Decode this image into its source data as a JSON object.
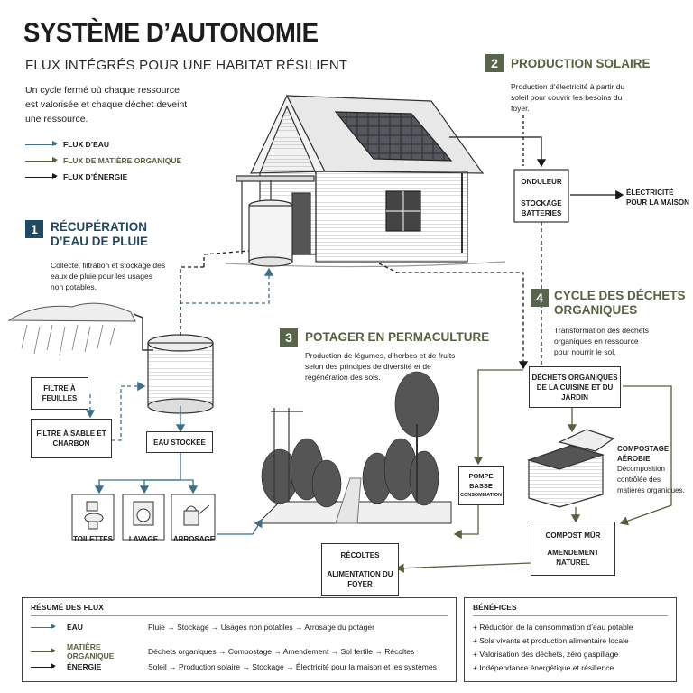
{
  "title": "SYSTÈME D’AUTONOMIE",
  "subtitle": "FLUX INTÉGRÉS POUR UNE HABITAT RÉSILIENT",
  "intro": "Un cycle fermé où chaque ressource est valorisée et chaque déchet deveint une ressource.",
  "legend": {
    "water": "FLUX D’EAU",
    "organic": "FLUX DE MATIÈRE ORGANIQUE",
    "energy": "FLUX D’ÉNERGIE"
  },
  "colors": {
    "water": "#3d6f8a",
    "organic": "#55613f",
    "energy": "#1a1a1a",
    "badge_water": "#1f4a63",
    "badge_green": "#59654a"
  },
  "section1": {
    "number": "1",
    "title_line1": "RÉCUPÉRATION",
    "title_line2": "D’EAU DE PLUIE",
    "desc": "Collecte, filtration et stockage des eaux de pluie pour les usages non potables."
  },
  "section2": {
    "number": "2",
    "title": "PRODUCTION SOLAIRE",
    "desc": "Production d’électricité à partir du soleil pour couvrir les besoins du foyer."
  },
  "section3": {
    "number": "3",
    "title": "POTAGER EN PERMACULTURE",
    "desc": "Production de légumes, d’herbes et de fruits selon des principes de diversité et de régénération des sols."
  },
  "section4": {
    "number": "4",
    "title_line1": "CYCLE DES DÉCHETS",
    "title_line2": "ORGANIQUES",
    "desc": "Transformation des déchets organiques en ressource pour nourrir le sol."
  },
  "boxes": {
    "filter_leaves": "FILTRE À FEUILLES",
    "filter_sand": "FILTRE À SABLE ET CHARBON",
    "stored_water": "EAU STOCKÉE",
    "inverter": "ONDULEUR",
    "battery": "STOCKAGE BATTERIES",
    "electricity": "ÉLECTRICITÉ POUR LA MAISON",
    "organic_waste": "DÉCHETS ORGANIQUES DE LA CUISINE ET DU JARDIN",
    "compost_title": "COMPOSTAGE AÉROBIE",
    "compost_desc": "Décomposition contrôlée des matières organiques.",
    "mature_compost": "COMPOST MÛR",
    "amendment": "AMENDEMENT NATUREL",
    "pump_line1": "POMPE",
    "pump_line2": "BASSE",
    "pump_line3": "CONSOMMATION",
    "harvest": "RÉCOLTES",
    "household_food": "ALIMENTATION DU FOYER",
    "toilets": "TOILETTES",
    "laundry": "LAVAGE",
    "watering": "ARROSAGE"
  },
  "summary": {
    "title": "RÉSUMÉ DES FLUX",
    "rows": [
      {
        "name": "EAU",
        "text": "Pluie → Stockage → Usages non potables → Arrosage du potager"
      },
      {
        "name": "MATIÈRE ORGANIQUE",
        "text": "Déchets organiques → Compostage → Amendement → Sol fertile → Récoltes"
      },
      {
        "name": "ÉNERGIE",
        "text": "Soleil → Production solaire → Stockage → Électricité pour la maison et les systèmes"
      }
    ]
  },
  "benefits": {
    "title": "BÉNÉFICES",
    "items": [
      "+ Réduction de la consommation d’eau potable",
      "+ Sols vivants et production alimentaire locale",
      "+ Valorisation des déchets, zéro gaspillage",
      "+ Indépendance énergétique et résilience"
    ]
  }
}
